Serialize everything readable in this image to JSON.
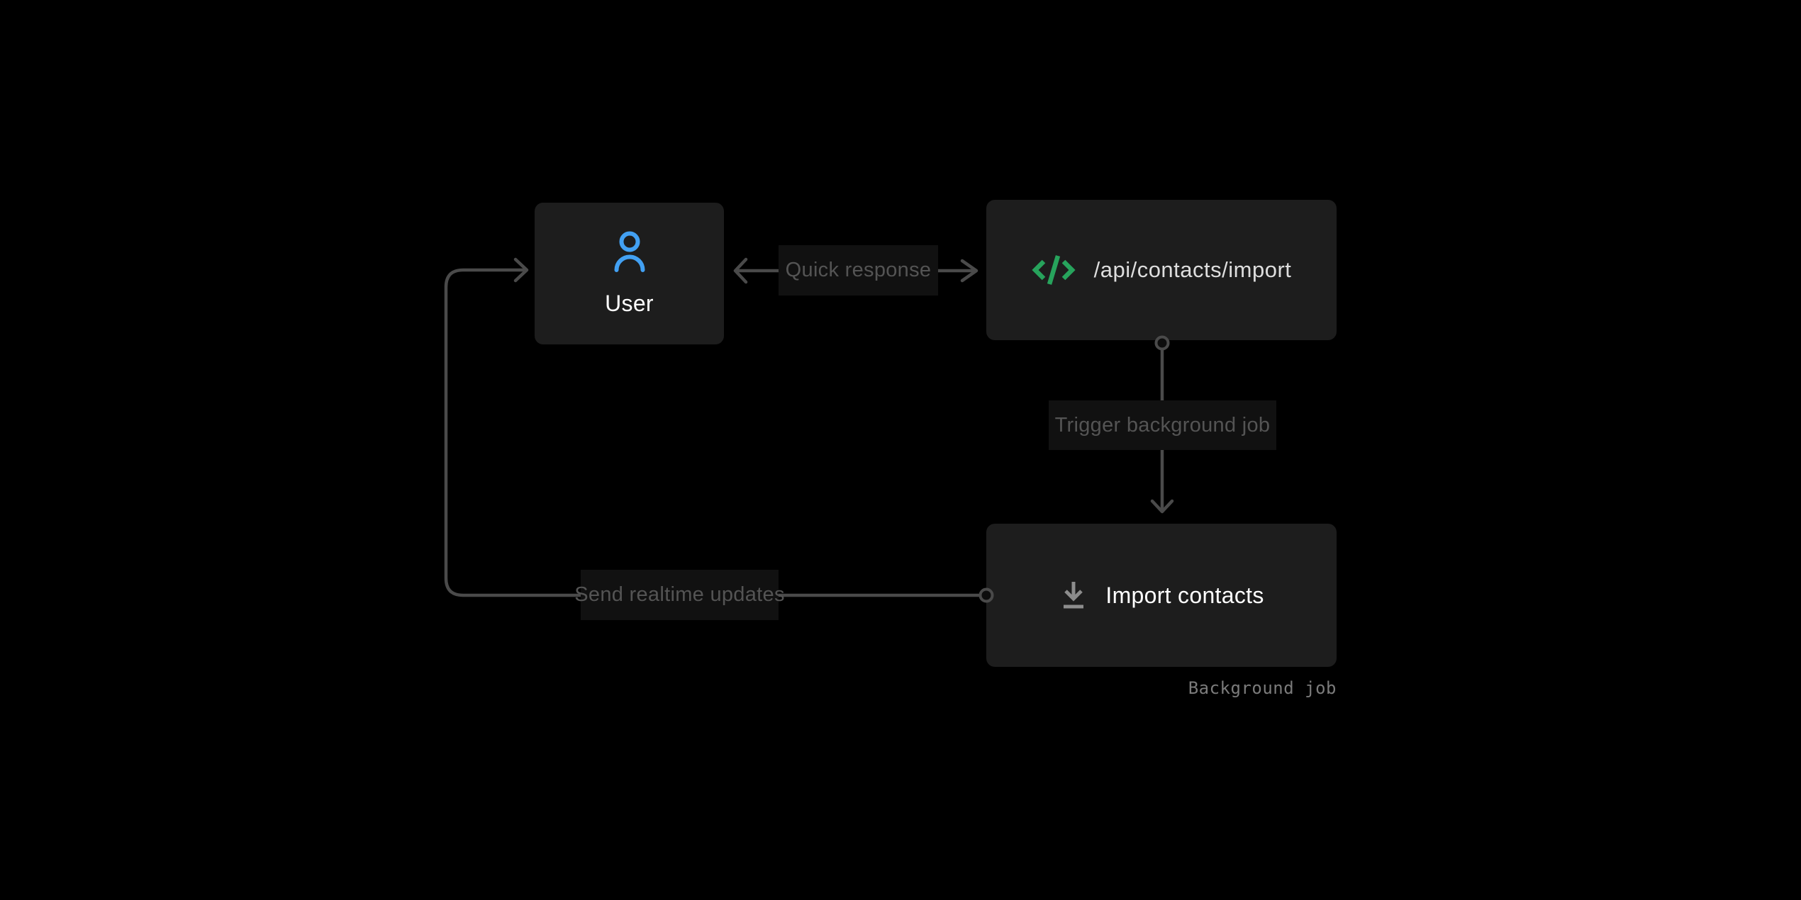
{
  "diagram": {
    "background": "#000000",
    "nodes": {
      "user": {
        "label": "User",
        "icon": "user-icon"
      },
      "api": {
        "label": "/api/contacts/import",
        "icon": "code-icon"
      },
      "import_job": {
        "label": "Import contacts",
        "icon": "download-icon",
        "caption": "Background job"
      }
    },
    "edges": {
      "quick_response": {
        "label": "Quick response",
        "from": "api",
        "to": "user",
        "direction": "both"
      },
      "trigger_job": {
        "label": "Trigger background job",
        "from": "api",
        "to": "import_job",
        "direction": "down"
      },
      "realtime_updates": {
        "label": "Send realtime updates",
        "from": "import_job",
        "to": "user",
        "direction": "left-up-right"
      }
    },
    "colors": {
      "accent_blue": "#42a0f2",
      "accent_green": "#27a35c",
      "icon_gray": "#8c8c8c",
      "line": "#4a4a4a",
      "node_bg": "#1d1d1d",
      "chip_bg": "#111111",
      "chip_text": "#545454",
      "node_text": "#ffffff",
      "api_text": "#dedede",
      "caption_text": "#7b7b7b",
      "page_bg": "#000000"
    }
  }
}
